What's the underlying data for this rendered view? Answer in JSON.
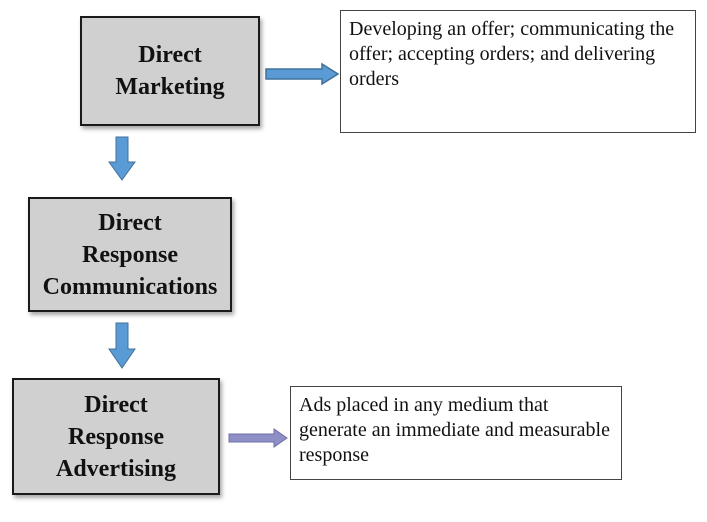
{
  "diagram": {
    "boxes": [
      {
        "id": "direct-marketing",
        "label": "Direct\nMarketing"
      },
      {
        "id": "direct-response-communications",
        "label": "Direct\nResponse\nCommunications"
      },
      {
        "id": "direct-response-advertising",
        "label": "Direct\nResponse\nAdvertising"
      }
    ],
    "notes": [
      {
        "id": "marketing-note",
        "text": "Developing an offer; communicating the offer; accepting orders; and delivering orders"
      },
      {
        "id": "advertising-note",
        "text": "Ads placed in any medium that generate an immediate and measurable response"
      }
    ],
    "colors": {
      "box_fill": "#d0d0d0",
      "box_border": "#1a1a1a",
      "arrow_fill": "#5b9bd5",
      "arrow_stroke": "#41719c",
      "advertising_arrow_fill": "#8f8fc8"
    }
  }
}
